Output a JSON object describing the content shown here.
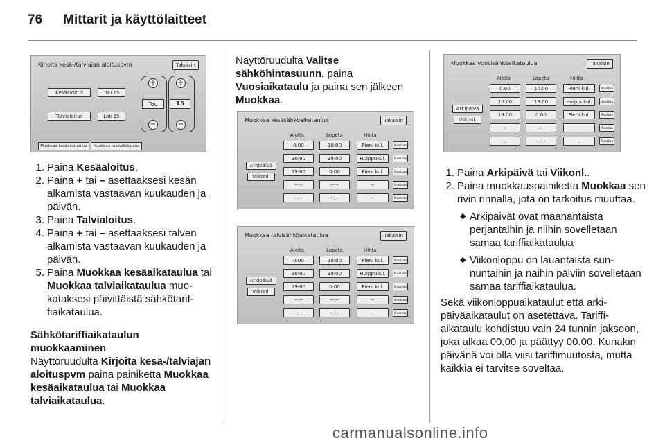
{
  "header": {
    "page_number": "76",
    "section_title": "Mittarit ja käyttölaitteet"
  },
  "screen1": {
    "title": "Kirjoita kesä-/talviajan aloituspvm",
    "back": "Takaisin",
    "summer_btn": "Kesäaloitus",
    "summer_val": "Tou 15",
    "winter_btn": "Talvialoitus",
    "winter_val": "Lok 15",
    "month_display": "Tou",
    "day_display": "15",
    "plus": "+",
    "minus": "−",
    "tab1": "Muokkaa kesäaikataulua",
    "tab2": "Muokkaa talviaikataulua"
  },
  "steps_left": [
    {
      "num": "1.",
      "pre": "Paina ",
      "bold": "Kesäaloitus",
      "post": "."
    },
    {
      "num": "2.",
      "pre": "Paina ",
      "bold": "+",
      "mid": " tai ",
      "bold2": "–",
      "post": " asettaaksesi kesän alkamista vastaavan kuukauden ja päivän."
    },
    {
      "num": "3.",
      "pre": "Paina ",
      "bold": "Talvialoitus",
      "post": "."
    },
    {
      "num": "4.",
      "pre": "Paina ",
      "bold": "+",
      "mid": " tai ",
      "bold2": "–",
      "post": " asettaaksesi talven alkamista vastaavan kuukauden ja päivän."
    },
    {
      "num": "5.",
      "pre": "Paina ",
      "bold": "Muokkaa kesäaikataulua",
      "mid": " tai ",
      "bold2": "Muokkaa talviaikataulua",
      "post": " muo­kataksesi päivittäistä sähkötarif­fiaikataulua."
    }
  ],
  "left_heading": "Sähkötariffiaikataulun muokkaaminen",
  "left_para": {
    "pre": "Näyttöruudulta ",
    "bold1": "Kirjoita kesä-/talviajan aloituspvm",
    "mid": " paina painiketta ",
    "bold2": "Muokkaa kesäaikataulua",
    "mid2": " tai ",
    "bold3": "Muokkaa talviaikataulua",
    "post": "."
  },
  "mid_para": {
    "pre": "Näyttöruudulta ",
    "bold1": "Valitse sähköhintasuunn.",
    "mid": " paina ",
    "bold2": "Vuosiaikataulu",
    "mid2": " ja paina sen jälkeen ",
    "bold3": "Muokkaa",
    "post": "."
  },
  "schedule_common": {
    "back": "Takaisin",
    "start": "Aloita",
    "stop": "Lopeta",
    "price": "Hinta",
    "weekday": "Arkipäivä",
    "weekend": "Viikonl.",
    "edit": "Muokkaa",
    "rows": [
      {
        "start": "0:00",
        "stop": "10:00",
        "price": "Pieni kul."
      },
      {
        "start": "10:00",
        "stop": "19:00",
        "price": "Huippukul."
      },
      {
        "start": "19:00",
        "stop": "0:00",
        "price": "Pieni kul."
      },
      {
        "start": "--:--",
        "stop": "--:--",
        "price": "--"
      },
      {
        "start": "--:--",
        "stop": "--:--",
        "price": "--"
      }
    ]
  },
  "screen_summer_title": "Muokkaa kesäsähköaikataulua",
  "screen_winter_title": "Muokkaa talvisähköaikataulua",
  "screen_year_title": "Muokkaa vuosisähköaikataulua",
  "steps_right": [
    {
      "num": "1.",
      "pre": "Paina ",
      "bold": "Arkipäivä",
      "mid": " tai ",
      "bold2": "Viikonl.",
      "post": "."
    },
    {
      "num": "2.",
      "pre": "Paina muokkauspainiketta ",
      "bold": "Muokkaa",
      "post": " sen rivin rinnalla, jota on tarkoitus muuttaa."
    }
  ],
  "bullets": [
    "Arkipäivät ovat maanantaista perjantaihin ja niihin sovelle­taan samaa tariffiaikataulua",
    "Viikonloppu on lauantaista sun­nuntaihin ja näihin päiviin sovel­letaan samaa tariffiaikataulua."
  ],
  "right_para": "Sekä viikonloppuaikataulut että arki­päiväaikataulut on asetettava. Tariffi­aikataulu kohdistuu vain 24 tunnin jaksoon, joka alkaa 00.00 ja päättyy 00.00. Kunakin päivänä voi olla viisi tariffimuutosta, mutta kaikkia ei tar­vitse soveltaa.",
  "footer": "carmanualsonline.info"
}
